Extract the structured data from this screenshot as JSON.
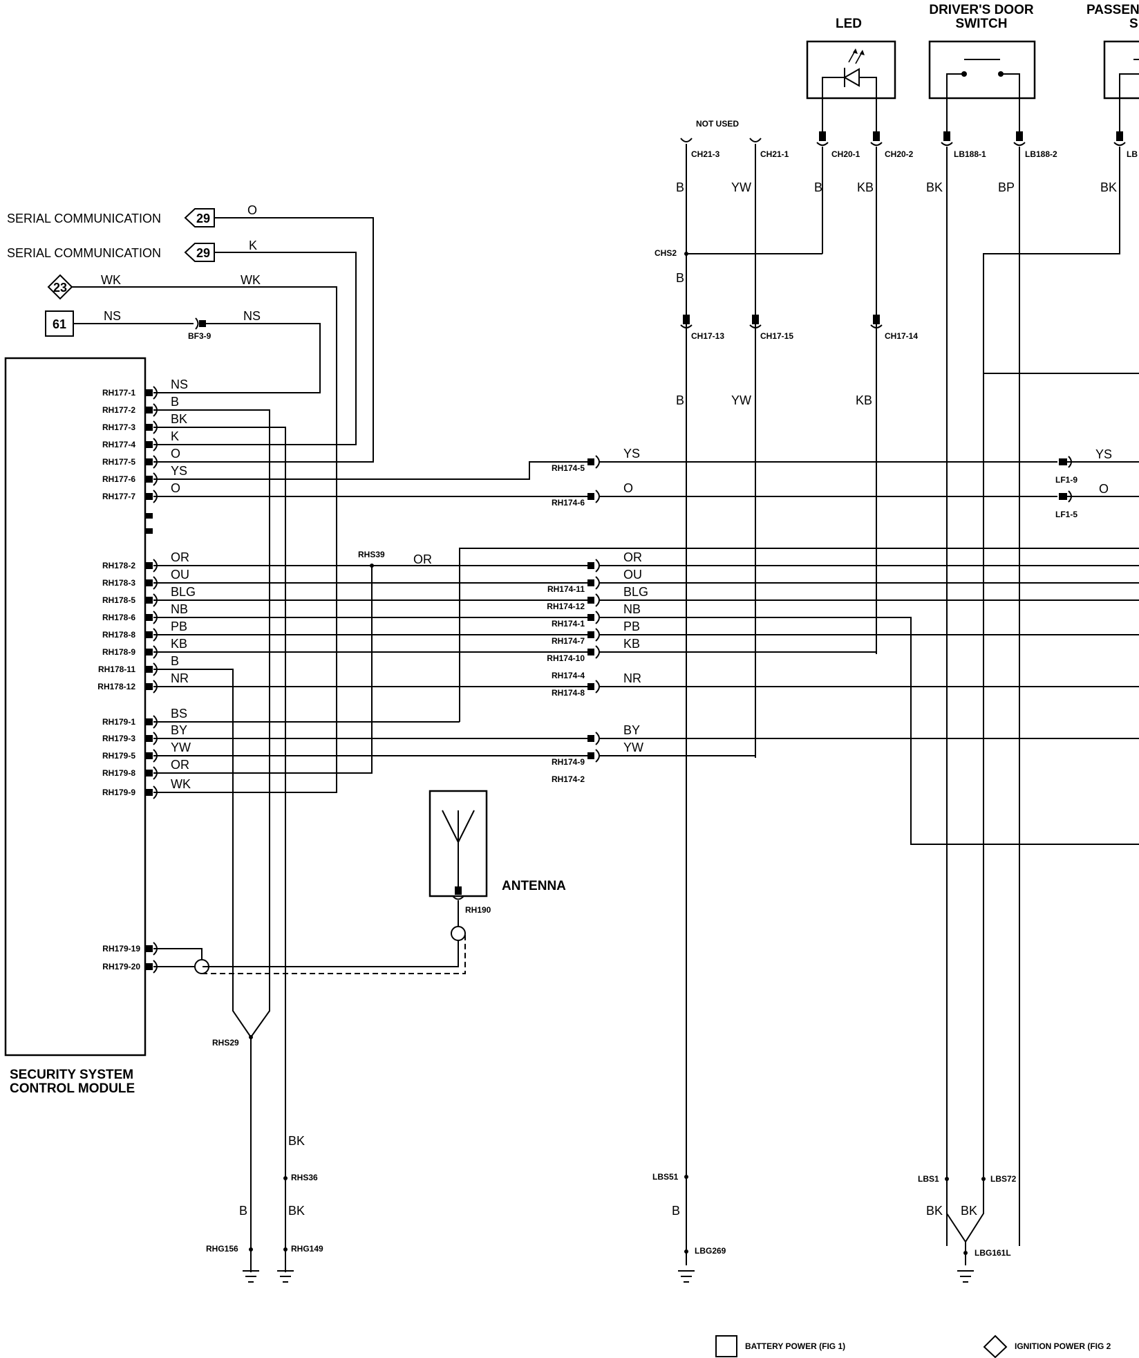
{
  "labels": {
    "led": "LED",
    "drivers_door_switch_l1": "DRIVER'S DOOR",
    "drivers_door_switch_l2": "SWITCH",
    "passenger_l1": "PASSEN",
    "passenger_l2": "S",
    "not_used": "NOT USED",
    "serial_comm_1": "SERIAL COMMUNICATION",
    "serial_comm_2": "SERIAL COMMUNICATION",
    "antenna": "ANTENNA",
    "module_l1": "SECURITY SYSTEM",
    "module_l2": "CONTROL MODULE",
    "legend_battery": "BATTERY POWER (FIG 1)",
    "legend_ignition": "IGNITION POWER (FIG 2"
  },
  "refs": {
    "serial1": "29",
    "serial2": "29",
    "diamond23": "23",
    "box61": "61"
  },
  "left_wires": {
    "o_top": "O",
    "k_top": "K",
    "wk_a": "WK",
    "wk_b": "WK",
    "ns_a": "NS",
    "ns_b": "NS",
    "bf39": "BF3-9"
  },
  "module_pins": [
    {
      "pin": "RH177-1",
      "color": "NS"
    },
    {
      "pin": "RH177-2",
      "color": "B"
    },
    {
      "pin": "RH177-3",
      "color": "BK"
    },
    {
      "pin": "RH177-4",
      "color": "K"
    },
    {
      "pin": "RH177-5",
      "color": "O"
    },
    {
      "pin": "RH177-6",
      "color": "YS"
    },
    {
      "pin": "RH177-7",
      "color": "O"
    },
    {
      "pin": "RH178-2",
      "color": "OR"
    },
    {
      "pin": "RH178-3",
      "color": "OU"
    },
    {
      "pin": "RH178-5",
      "color": "BLG"
    },
    {
      "pin": "RH178-6",
      "color": "NB"
    },
    {
      "pin": "RH178-8",
      "color": "PB"
    },
    {
      "pin": "RH178-9",
      "color": "KB"
    },
    {
      "pin": "RH178-11",
      "color": "B"
    },
    {
      "pin": "RH178-12",
      "color": "NR"
    },
    {
      "pin": "RH179-1",
      "color": "BS"
    },
    {
      "pin": "RH179-3",
      "color": "BY"
    },
    {
      "pin": "RH179-5",
      "color": "YW"
    },
    {
      "pin": "RH179-8",
      "color": "OR"
    },
    {
      "pin": "RH179-9",
      "color": "WK"
    }
  ],
  "antenna_pins": [
    "RH179-19",
    "RH179-20"
  ],
  "rh174": [
    {
      "pin": "RH174-5",
      "color": "YS"
    },
    {
      "pin": "RH174-6",
      "color": "O"
    },
    {
      "pin": "",
      "color": "OR"
    },
    {
      "pin": "RH174-11",
      "color": "OU"
    },
    {
      "pin": "RH174-12",
      "color": "BLG"
    },
    {
      "pin": "RH174-1",
      "color": "NB"
    },
    {
      "pin": "RH174-7",
      "color": "PB"
    },
    {
      "pin": "RH174-10",
      "color": "KB"
    },
    {
      "pin": "RH174-4",
      "color": ""
    },
    {
      "pin": "RH174-8",
      "color": "NR"
    },
    {
      "pin": "",
      "color": "BY"
    },
    {
      "pin": "RH174-9",
      "color": "YW"
    },
    {
      "pin": "RH174-2",
      "color": ""
    }
  ],
  "right_conn": {
    "ys": "YS",
    "o": "O",
    "lf19": "LF1-9",
    "lf15": "LF1-5",
    "rhs39": "RHS39",
    "or_mid": "OR"
  },
  "top_conn": {
    "ch21_3": "CH21-3",
    "ch21_1": "CH21-1",
    "ch20_1": "CH20-1",
    "ch20_2": "CH20-2",
    "lb188_1": "LB188-1",
    "lb188_2": "LB188-2",
    "lb_cut": "LB",
    "ch17_13": "CH17-13",
    "ch17_15": "CH17-15",
    "ch17_14": "CH17-14",
    "chs2": "CHS2",
    "b1": "B",
    "yw1": "YW",
    "b2": "B",
    "kb1": "KB",
    "bk1": "BK",
    "bp": "BP",
    "bk2": "BK",
    "b3": "B",
    "b4": "B",
    "yw2": "YW",
    "kb2": "KB"
  },
  "bottom": {
    "rh190": "RH190",
    "rhs29": "RHS29",
    "bk_a": "BK",
    "rhs36": "RHS36",
    "b_low": "B",
    "bk_b": "BK",
    "rhg156": "RHG156",
    "rhg149": "RHG149",
    "lbs51": "LBS51",
    "b_mid": "B",
    "lbg269": "LBG269",
    "lbs1": "LBS1",
    "lbs72": "LBS72",
    "bk_c": "BK",
    "bk_d": "BK",
    "lbg161l": "LBG161L"
  }
}
